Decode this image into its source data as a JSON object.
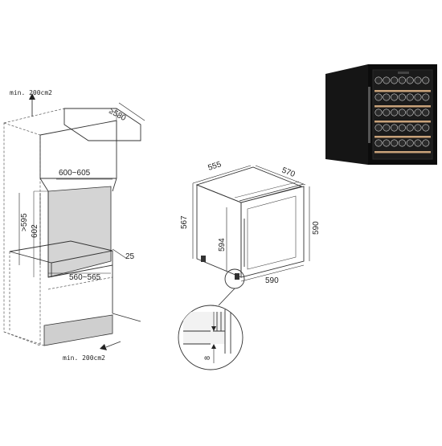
{
  "install": {
    "vent_top": "min. 200cm2",
    "vent_bottom": "min. 200cm2",
    "depth": "≥580",
    "width": "600~605",
    "height_min": ">595",
    "height_opening": "602",
    "gap": "25",
    "bottom_width": "560~565"
  },
  "unit": {
    "depth": "555",
    "depth_door": "570",
    "height_body": "567",
    "height_front": "594",
    "height_total": "590",
    "width": "590"
  },
  "detail": {
    "gap": "8"
  },
  "colors": {
    "line": "#333333",
    "cabinet": "#101010",
    "shelf": "#c8a27a",
    "bottle": "#2b2b2b",
    "highlight": "#d9d9d9"
  }
}
